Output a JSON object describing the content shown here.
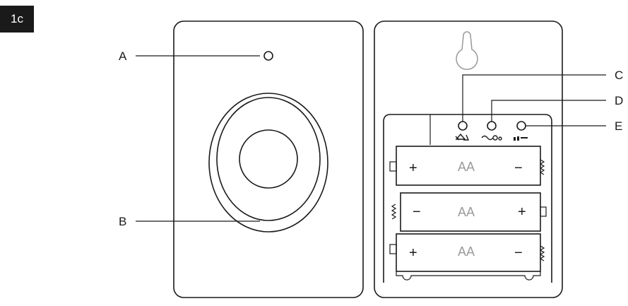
{
  "figure_tag": "1c",
  "callouts": {
    "a": "A",
    "b": "B",
    "c": "C",
    "d": "D",
    "e": "E"
  },
  "batteries": [
    {
      "type": "AA",
      "left_sign": "+",
      "right_sign": "−"
    },
    {
      "type": "AA",
      "left_sign": "−",
      "right_sign": "+"
    },
    {
      "type": "AA",
      "left_sign": "+",
      "right_sign": "−"
    }
  ],
  "icons": [
    "refresh-arrows-icon",
    "ringtone-icon",
    "volume-icon",
    "keyhole-hanger-icon"
  ]
}
